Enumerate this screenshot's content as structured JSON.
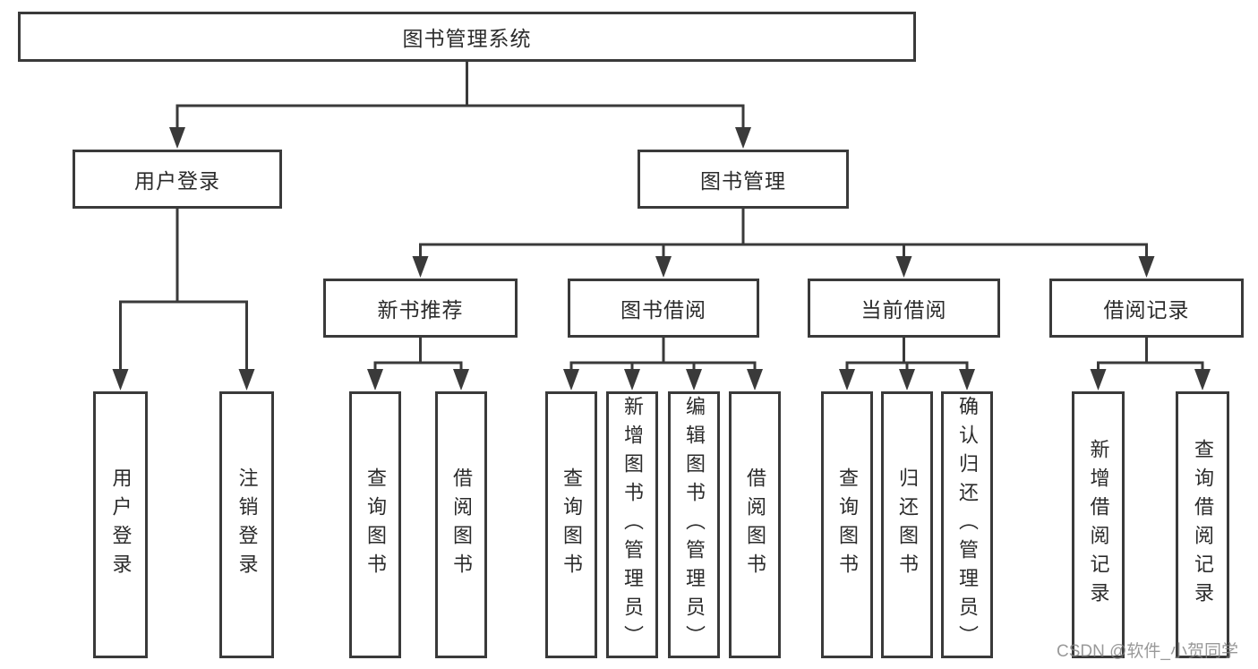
{
  "diagram": {
    "title": "图书管理系统",
    "nodes": [
      {
        "id": "system",
        "label": "图书管理系统",
        "children": [
          "user-login",
          "book-management"
        ]
      },
      {
        "id": "user-login",
        "label": "用户登录",
        "children": [
          "leaf-user-login",
          "leaf-logout-login"
        ]
      },
      {
        "id": "book-management",
        "label": "图书管理",
        "children": [
          "new-book-rec",
          "book-borrowing",
          "current-borrowing",
          "borrowing-records"
        ]
      },
      {
        "id": "new-book-rec",
        "label": "新书推荐",
        "children": [
          "nr-query-books",
          "nr-borrow-books"
        ]
      },
      {
        "id": "book-borrowing",
        "label": "图书借阅",
        "children": [
          "bb-query-books",
          "bb-add-books",
          "bb-edit-books",
          "bb-borrow-books"
        ]
      },
      {
        "id": "current-borrowing",
        "label": "当前借阅",
        "children": [
          "cb-query-books",
          "cb-return-books",
          "cb-confirm-return"
        ]
      },
      {
        "id": "borrowing-records",
        "label": "借阅记录",
        "children": [
          "br-add-record",
          "br-query-record"
        ]
      },
      {
        "id": "leaf-user-login",
        "label": "用户登录",
        "children": []
      },
      {
        "id": "leaf-logout-login",
        "label": "注销登录",
        "children": []
      },
      {
        "id": "nr-query-books",
        "label": "查询图书",
        "children": []
      },
      {
        "id": "nr-borrow-books",
        "label": "借阅图书",
        "children": []
      },
      {
        "id": "bb-query-books",
        "label": "查询图书",
        "children": []
      },
      {
        "id": "bb-add-books",
        "label": "新增图书（管理员）",
        "children": []
      },
      {
        "id": "bb-edit-books",
        "label": "编辑图书（管理员）",
        "children": []
      },
      {
        "id": "bb-borrow-books",
        "label": "借阅图书",
        "children": []
      },
      {
        "id": "cb-query-books",
        "label": "查询图书",
        "children": []
      },
      {
        "id": "cb-return-books",
        "label": "归还图书",
        "children": []
      },
      {
        "id": "cb-confirm-return",
        "label": "确认归还（管理员）",
        "children": []
      },
      {
        "id": "br-add-record",
        "label": "新增借阅记录",
        "children": []
      },
      {
        "id": "br-query-record",
        "label": "查询借阅记录",
        "children": []
      }
    ]
  },
  "watermark": {
    "text": "CSDN @软件_小贺同学"
  },
  "colors": {
    "line": "#3a3a3a",
    "box_border": "#3a3a3a",
    "text": "#2b2b2b",
    "background": "#ffffff",
    "watermark": "#828282"
  }
}
